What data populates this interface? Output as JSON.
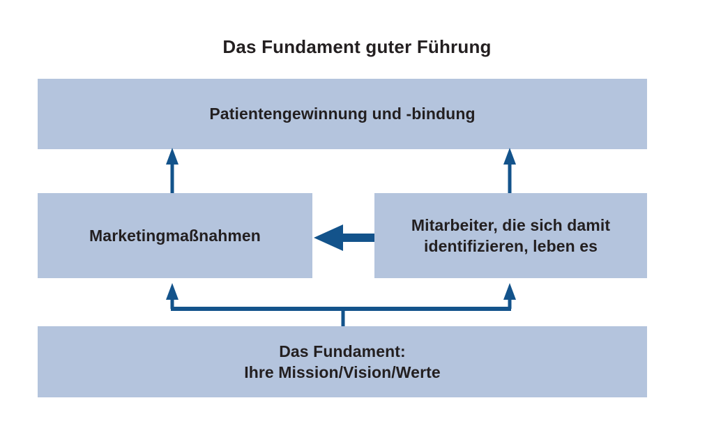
{
  "diagram": {
    "title": "Das Fundament guter Führung",
    "type": "pyramid-flow-diagram",
    "colors": {
      "box_fill": "#b4c4dd",
      "arrow": "#13538b",
      "text": "#231f20",
      "background": "#ffffff"
    },
    "nodes": [
      {
        "id": "top",
        "label": "Patientengewinnung und -bindung",
        "lines": [
          "Patientengewinnung und -bindung"
        ],
        "level": "outcome"
      },
      {
        "id": "marketing",
        "label": "Marketingmaßnahmen",
        "lines": [
          "Marketingmaßnahmen"
        ],
        "level": "middle-left"
      },
      {
        "id": "employees",
        "label": "Mitarbeiter, die sich damit identifizieren, leben es",
        "lines": [
          "Mitarbeiter, die sich damit",
          "identifizieren, leben es"
        ],
        "level": "middle-right"
      },
      {
        "id": "foundation",
        "label": "Das Fundament: Ihre Mission/Vision/Werte",
        "lines": [
          "Das Fundament:",
          "Ihre Mission/Vision/Werte"
        ],
        "level": "base"
      }
    ],
    "edges": [
      {
        "id": "edge-marketing-to-top",
        "from": "marketing",
        "to": "top",
        "style": "arrow-up"
      },
      {
        "id": "edge-employees-to-top",
        "from": "employees",
        "to": "top",
        "style": "arrow-up"
      },
      {
        "id": "edge-employees-to-marketing",
        "from": "employees",
        "to": "marketing",
        "style": "arrow-left"
      },
      {
        "id": "edge-foundation-to-marketing",
        "from": "foundation",
        "to": "marketing",
        "style": "fork-up"
      },
      {
        "id": "edge-foundation-to-employees",
        "from": "foundation",
        "to": "employees",
        "style": "fork-up"
      }
    ]
  }
}
